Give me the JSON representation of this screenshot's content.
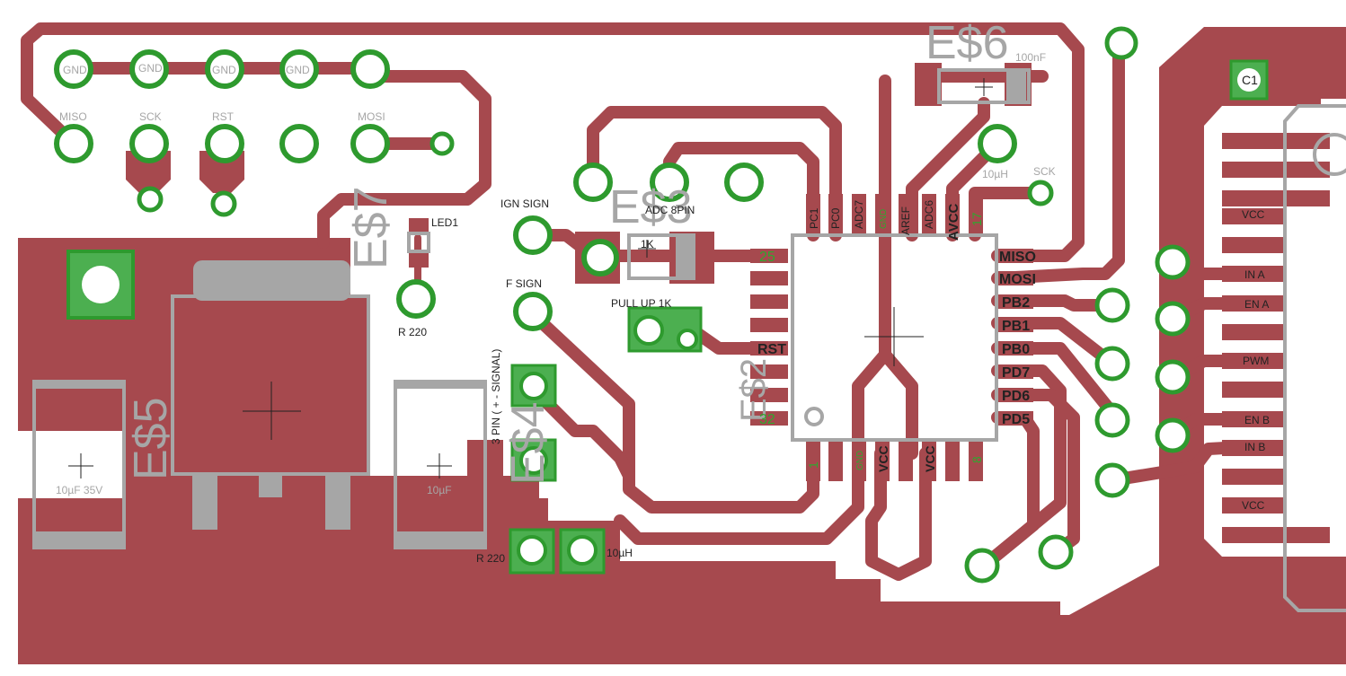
{
  "colors": {
    "copper": "#A6494E",
    "pad_ring": "#2E9A2E",
    "pad_fill": "#4CAF50",
    "silk": "#A6A6A6",
    "text_dark": "#222222",
    "pin_number": "#2FA82F",
    "background": "#FFFFFF"
  },
  "big_labels": {
    "es6": "E$6",
    "es3": "E$3",
    "es7": "E$7",
    "es5": "E$5",
    "es4": "E$4",
    "es2": "E$2"
  },
  "header_labels": {
    "gnd1": "GND",
    "gnd2": "GND",
    "gnd3": "GND",
    "gnd4": "GND",
    "miso": "MISO",
    "sck": "SCK",
    "rst": "RST",
    "mosi": "MOSI"
  },
  "component_labels": {
    "cap_100nf": "100nF",
    "inductor_10uh_top": "10µH",
    "sck_top": "SCK",
    "led1": "LED1",
    "ign_sign": "IGN SIGN",
    "adc_spin": "ADC 8PIN",
    "res_1k": "1K",
    "f_sign": "F SIGN",
    "pull_up": "PULL UP 1K",
    "r220_top": "R 220",
    "pin_signal": "3 PIN ( + - SIGNAL)",
    "cap_10uf_35v": "10µF 35V",
    "cap_10uf": "10µF",
    "r220_bottom": "R 220",
    "inductor_10uh_bottom": "10µH",
    "c1": "C1"
  },
  "ic_left_pins": [
    "25",
    "RST",
    "32"
  ],
  "ic_right_pins": [
    "MISO",
    "MOSI",
    "PB2",
    "PB1",
    "PB0",
    "PD7",
    "PD6",
    "PD5"
  ],
  "ic_top_pins": [
    "PC1",
    "PC0",
    "ADC7",
    "GND",
    "AREF",
    "ADC6",
    "AVCC",
    "17"
  ],
  "ic_bottom_pins": [
    "1",
    "GND",
    "VCC",
    "VCC",
    "8"
  ],
  "connector_labels": [
    "VCC",
    "IN A",
    "EN A",
    "PWM",
    "EN B",
    "IN B",
    "VCC"
  ]
}
